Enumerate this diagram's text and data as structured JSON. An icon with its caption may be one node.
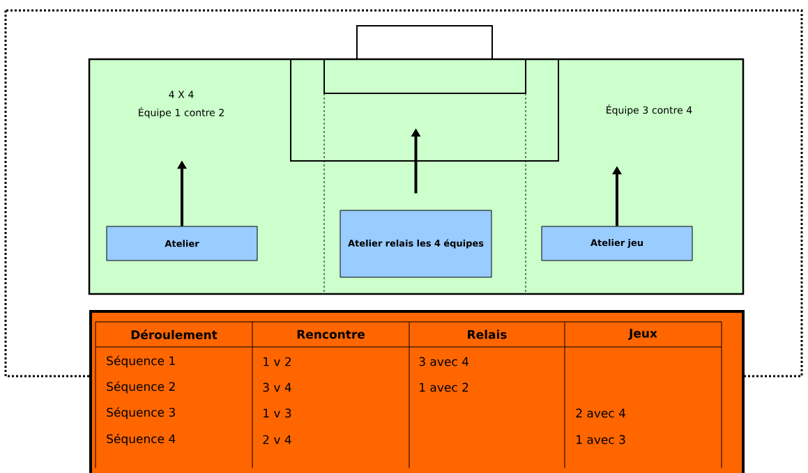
{
  "diagram": {
    "nodes": [
      {
        "text": [],
        "shape": "box"
      },
      {
        "text": [
          "4 X 4",
          "Équipe 1 contre 2"
        ],
        "in": 0
      },
      {
        "text": [],
        "shape": "box",
        "in": 0
      },
      {
        "text": [
          "Équipe 3 contre 4"
        ],
        "in": 0
      },
      {
        "text": [
          "Atelier"
        ],
        "in": 0
      },
      {
        "text": [
          "Atelier relais les 4 équipes"
        ],
        "in": 0
      },
      {
        "text": [
          "Atelier jeu"
        ],
        "in": 0
      }
    ],
    "edges": [
      {
        "from": 4,
        "to": 1,
        "arrow": "to"
      },
      {
        "from": 5,
        "to": 2,
        "arrow": "to"
      },
      {
        "from": 6,
        "to": 3,
        "arrow": "to"
      }
    ],
    "labels": [
      "Déroulement",
      "Rencontre",
      "Relais",
      "Jeux",
      "Séquence 1",
      "1 v 2",
      "3 avec 4",
      "Séquence 2",
      "3 v 4",
      "1 avec 2",
      "Séquence 3",
      "1 v 3",
      "2 avec 4",
      "Séquence 4",
      "2 v 4",
      "1 avec 3"
    ]
  }
}
